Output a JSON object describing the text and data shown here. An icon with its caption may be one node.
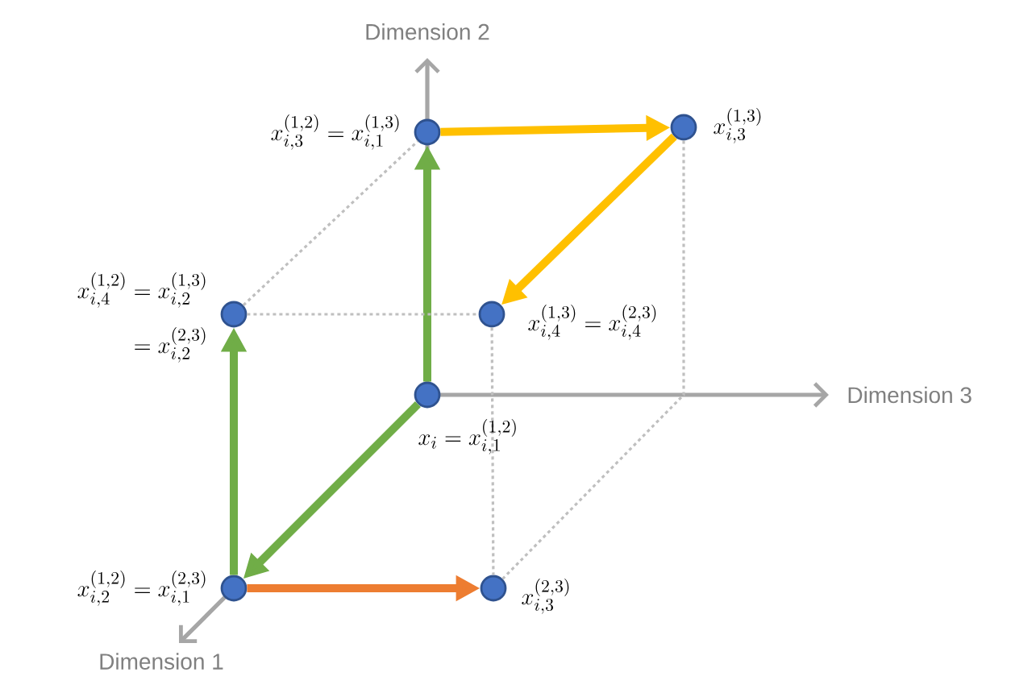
{
  "diagram": {
    "nodes": [
      {
        "text": [],
        "shape": "circle",
        "beside": [
          "x_{i,3}^{(1,2)} = x_{i,1}^{(1,3)}"
        ]
      },
      {
        "text": [],
        "shape": "circle",
        "beside": [
          "x_{i,3}^{(1,3)}"
        ]
      },
      {
        "text": [],
        "shape": "circle",
        "beside": [
          "x_{i,4}^{(1,2)} = x_{i,2}^{(1,3)}",
          "= x_{i,2}^{(2,3)}"
        ]
      },
      {
        "text": [],
        "shape": "circle",
        "beside": [
          "x_{i,4}^{(1,3)} = x_{i,4}^{(2,3)}"
        ]
      },
      {
        "text": [],
        "shape": "circle",
        "beside": [
          "x_i = x_{i,1}^{(1,2)}"
        ]
      },
      {
        "text": [],
        "shape": "circle",
        "beside": [
          "x_{i,2}^{(1,2)}= x_{i,1}^{(2,3)}"
        ]
      },
      {
        "text": [],
        "shape": "circle",
        "beside": [
          "x_{i,3}^{(2,3)}"
        ]
      }
    ],
    "edges": [
      {
        "from": 4,
        "to": 0,
        "arrow": "to",
        "color": "#70ad47"
      },
      {
        "from": 0,
        "to": 1,
        "arrow": "to",
        "color": "#ffc000"
      },
      {
        "from": 1,
        "to": 3,
        "arrow": "to",
        "color": "#ffc000"
      },
      {
        "from": 5,
        "to": 2,
        "arrow": "to",
        "color": "#70ad47"
      },
      {
        "from": 4,
        "to": 5,
        "arrow": "to",
        "color": "#70ad47"
      },
      {
        "from": 5,
        "to": 6,
        "arrow": "to",
        "color": "#ed7d31"
      },
      {
        "from": 2,
        "to": 0,
        "arrow": "none",
        "style": "dashed",
        "color": "#bfbfbf"
      },
      {
        "from": 2,
        "to": 3,
        "arrow": "none",
        "style": "dashed",
        "color": "#bfbfbf"
      },
      {
        "from": 3,
        "to": 6,
        "arrow": "none",
        "style": "dashed",
        "color": "#bfbfbf"
      },
      {
        "from": 1,
        "to": 6,
        "arrow": "none",
        "style": "dashed",
        "color": "#bfbfbf"
      }
    ],
    "labels": [
      "Dimension 2",
      "Dimension 3",
      "Dimension 1"
    ]
  }
}
